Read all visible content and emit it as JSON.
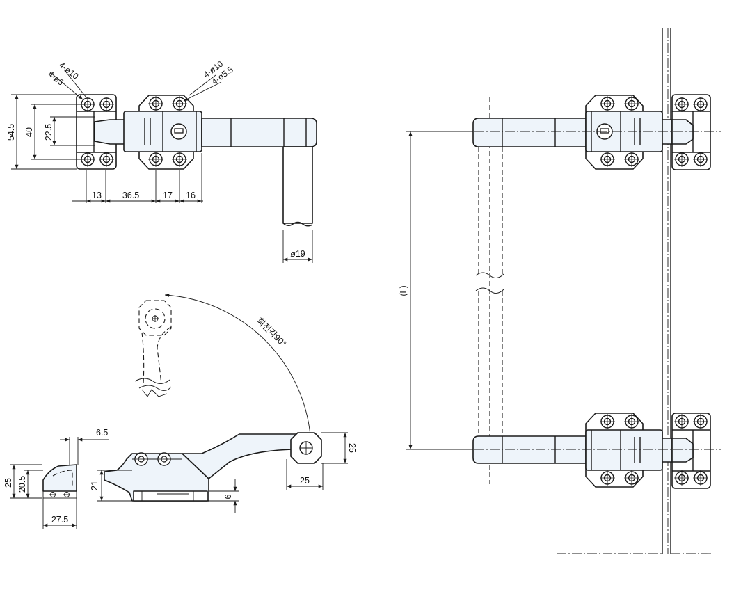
{
  "top_view": {
    "callout_left": [
      "4-ø10",
      "4-ø5"
    ],
    "callout_right": [
      "4-ø10",
      "4-ø5.5"
    ],
    "dims_vertical": [
      "54.5",
      "40",
      "22.5"
    ],
    "dims_horizontal": [
      "13",
      "36.5",
      "17",
      "16"
    ],
    "rod_diameter": "ø19"
  },
  "rotation_view": {
    "rotation_label": "회전각90°"
  },
  "side_view": {
    "dim_65": "6.5",
    "dim_25_left": "25",
    "dim_205": "20.5",
    "dim_275": "27.5",
    "dim_21": "21",
    "dim_6": "6",
    "dim_25_handle_v": "25",
    "dim_25_handle_h": "25"
  },
  "assembly_view": {
    "length_label": "(L)"
  }
}
